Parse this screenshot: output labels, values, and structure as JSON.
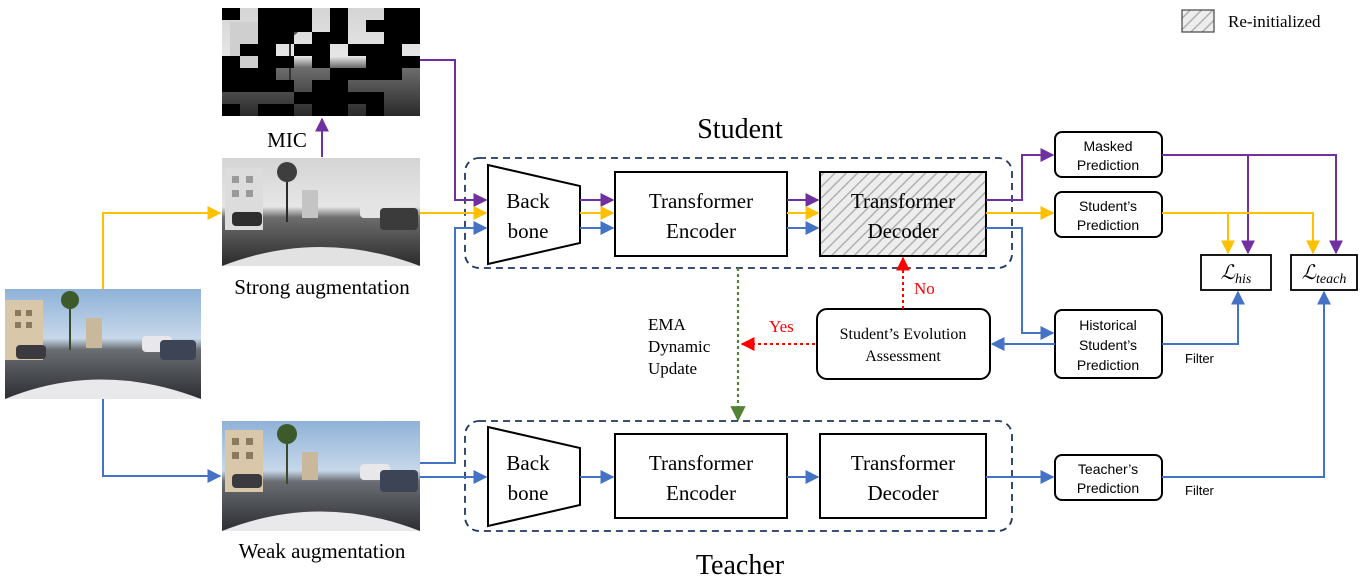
{
  "legend": {
    "label": "Re-initialized"
  },
  "images": {
    "mic_label": "MIC",
    "strong_label": "Strong augmentation",
    "weak_label": "Weak augmentation"
  },
  "student": {
    "title": "Student",
    "backbone": [
      "Back",
      "bone"
    ],
    "encoder": [
      "Transformer",
      "Encoder"
    ],
    "decoder": [
      "Transformer",
      "Decoder"
    ]
  },
  "teacher": {
    "title": "Teacher",
    "backbone": [
      "Back",
      "bone"
    ],
    "encoder": [
      "Transformer",
      "Encoder"
    ],
    "decoder": [
      "Transformer",
      "Decoder"
    ]
  },
  "predictions": {
    "masked": [
      "Masked",
      "Prediction"
    ],
    "students": [
      "Student’s",
      "Prediction"
    ],
    "historical": [
      "Historical",
      "Student’s",
      "Prediction"
    ],
    "teachers": [
      "Teacher’s",
      "Prediction"
    ]
  },
  "assessment": [
    "Student’s Evolution",
    "Assessment"
  ],
  "ema": [
    "EMA",
    "Dynamic",
    "Update"
  ],
  "decision": {
    "yes": "Yes",
    "no": "No"
  },
  "losses": {
    "his": {
      "base": "ℒ",
      "sub": "his"
    },
    "teach": {
      "base": "ℒ",
      "sub": "teach"
    }
  },
  "filter_labels": {
    "historical": "Filter",
    "teacher": "Filter"
  },
  "colors": {
    "purple": "#7030a0",
    "yellow": "#ffc000",
    "blue": "#4472c4",
    "green": "#548235",
    "red": "#ff0000",
    "dash_border": "#1f3864"
  }
}
